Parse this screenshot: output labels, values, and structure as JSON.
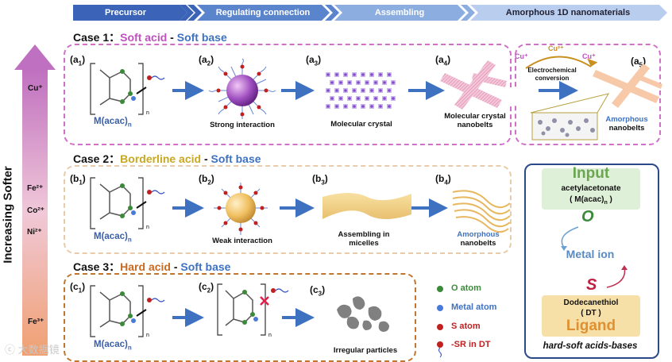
{
  "stages": [
    "Precursor",
    "Regulating connection",
    "Assembling",
    "Amorphous 1D nanomaterials"
  ],
  "axis": {
    "label": "Increasing Softer",
    "ions": [
      "Cu⁺",
      "Fe²⁺",
      "Co²⁺",
      "Ni²⁺",
      "Fe³⁺"
    ]
  },
  "case1": {
    "prefix": "Case 1：",
    "acid": "Soft acid",
    "sep": " - ",
    "base": "Soft base",
    "labels": [
      "(a",
      "(a",
      "(a",
      "(a",
      "(a"
    ],
    "subs": [
      "1",
      "2",
      "3",
      "4",
      "5"
    ],
    "precursor": "M(acac)",
    "precursor_sub": "n",
    "captions": {
      "a2": "Strong interaction",
      "a3": "Molecular crystal",
      "a4": "Molecular crystal nanobelts",
      "a5_pre": "Amorphous",
      "a5_post": "nanobelts"
    },
    "electro": {
      "text": "Electrochemical conversion",
      "cu1": "Cu⁺",
      "cu2": "Cu²⁺",
      "cu3": "Cu⁺"
    }
  },
  "case2": {
    "prefix": "Case 2：",
    "acid": "Borderline acid",
    "sep": " - ",
    "base": "Soft base",
    "labels": [
      "(b",
      "(b",
      "(b",
      "(b"
    ],
    "subs": [
      "1",
      "2",
      "3",
      "4"
    ],
    "precursor": "M(acac)",
    "precursor_sub": "n",
    "captions": {
      "b2": "Weak interaction",
      "b3": "Assembling in micelles",
      "b4_pre": "Amorphous",
      "b4_post": "nanobelts"
    }
  },
  "case3": {
    "prefix": "Case 3：",
    "acid": "Hard acid",
    "sep": " - ",
    "base": "Soft base",
    "labels": [
      "(c",
      "(c",
      "(c"
    ],
    "subs": [
      "1",
      "2",
      "3"
    ],
    "precursor": "M(acac)",
    "precursor_sub": "n",
    "captions": {
      "c3": "Irregular particles"
    }
  },
  "legend": [
    "O atom",
    "Metal atom",
    "S atom",
    "-SR in DT"
  ],
  "hsab": {
    "input": "Input",
    "input_sub": "acetylacetonate",
    "input_formula": "( M(acac)",
    "input_formula_sub": "n",
    "o": "O",
    "metal": "Metal ion",
    "s": "S",
    "ligand_sub": "Dodecanethiol",
    "ligand_sub2": "( DT )",
    "ligand": "Ligand",
    "footer": "hard-soft acids-bases"
  },
  "watermark": "大数据镜",
  "colors": {
    "case1": "#d070c8",
    "case2": "#e8cba8",
    "case3": "#c0762e",
    "soft_acid": "#c050c0",
    "borderline": "#c8a820",
    "hard_acid": "#c86a20",
    "soft_base": "#3e72c0"
  }
}
